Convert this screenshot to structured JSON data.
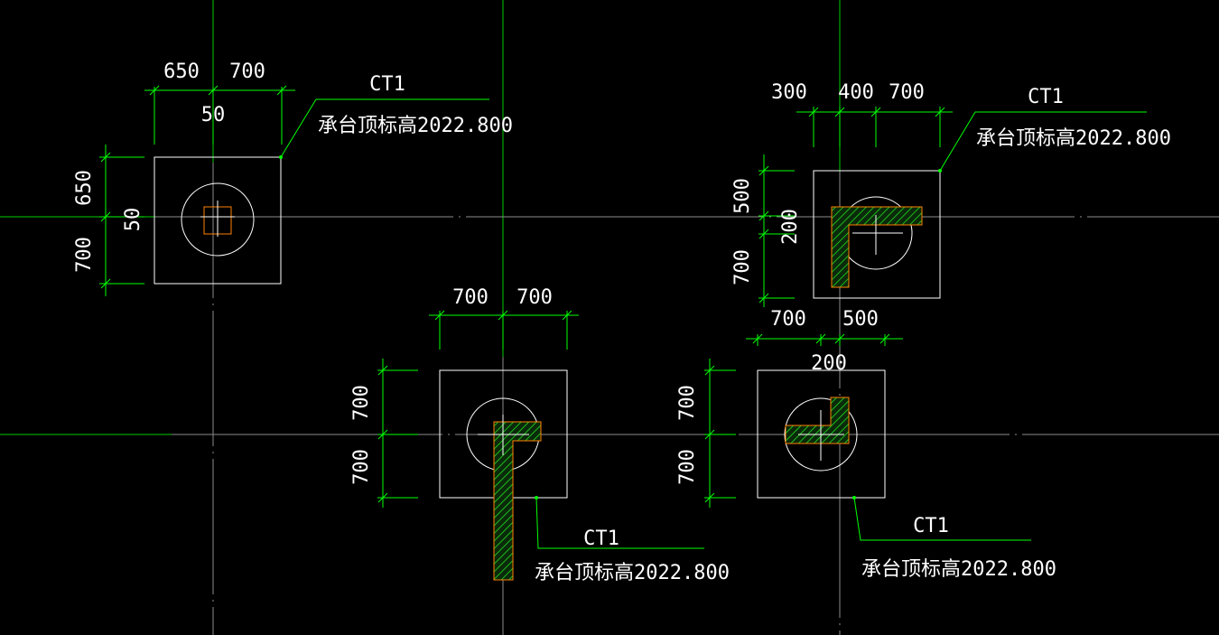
{
  "colors": {
    "background": "#000000",
    "axis": "#00cc00",
    "dim": "#00ff00",
    "outline": "#ffffff",
    "column": "#ff8000",
    "hatch": "#00cc00",
    "leader": "#00ff00"
  },
  "caps": [
    {
      "dims_top": [
        "650",
        "700"
      ],
      "dim_top_sub": "50",
      "dims_left": [
        "650",
        "700"
      ],
      "dim_left_sub": "50",
      "label": "CT1",
      "elevation": "承台顶标高2022.800"
    },
    {
      "dims_top": [
        "700",
        "700"
      ],
      "dims_left": [
        "700",
        "700"
      ],
      "label": "CT1",
      "elevation": "承台顶标高2022.800"
    },
    {
      "dims_top": [
        "300",
        "400",
        "700"
      ],
      "dims_left": [
        "500",
        "700"
      ],
      "dim_left_sub": "200",
      "label": "CT1",
      "elevation": "承台顶标高2022.800"
    },
    {
      "dims_top": [
        "700",
        "500"
      ],
      "dim_top_sub": "200",
      "dims_left": [
        "700",
        "700"
      ],
      "label": "CT1",
      "elevation": "承台顶标高2022.800"
    }
  ]
}
